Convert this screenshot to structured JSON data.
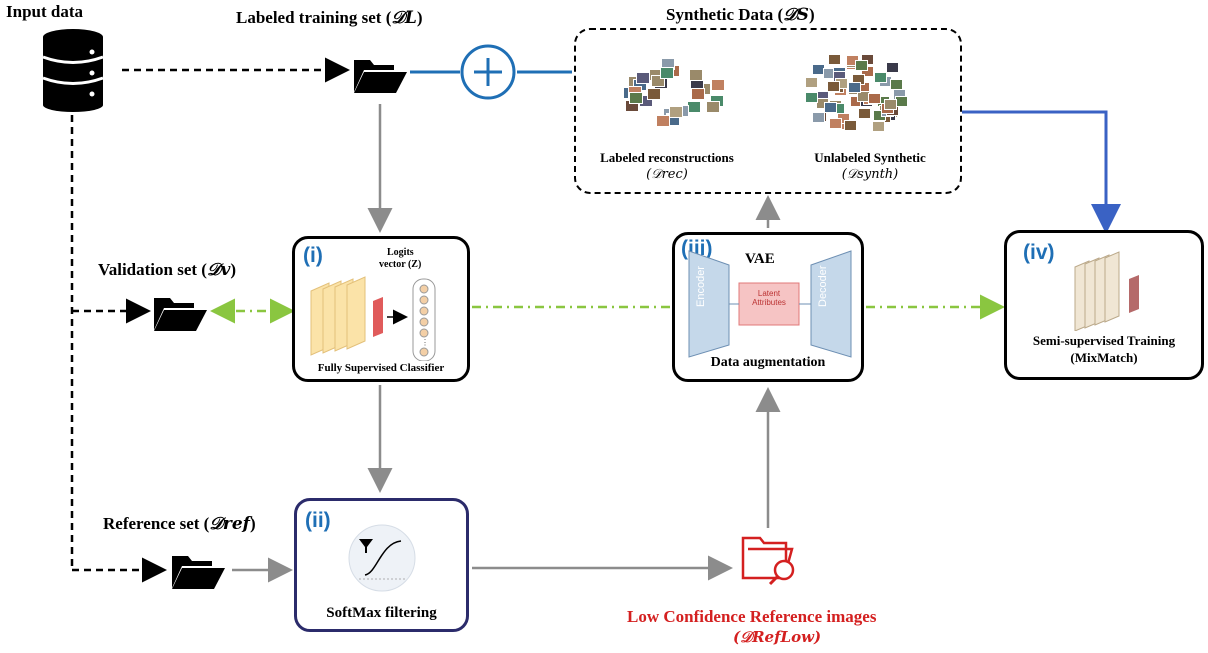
{
  "input": {
    "label": "Input data",
    "icon": "database-icon"
  },
  "labeled_set": {
    "label": "Labeled training set (",
    "math": "𝒟L",
    "close": ")"
  },
  "validation_set": {
    "label": "Validation set (",
    "math": "𝒟v",
    "close": ")"
  },
  "reference_set": {
    "label": "Reference set (",
    "math": "𝒟ref",
    "close": ")"
  },
  "synthetic": {
    "title": "Synthetic Data (",
    "title_math": "𝒟S",
    "title_close": ")",
    "labeled_rec": "Labeled reconstructions",
    "labeled_rec_math": "(𝒟rec)",
    "unlabeled": "Unlabeled Synthetic",
    "unlabeled_math": "(𝒟synth)"
  },
  "classifier": {
    "roman": "(i)",
    "logits": "Logits",
    "logits_vector": "vector (Z)",
    "caption": "Fully Supervised Classifier"
  },
  "softmax": {
    "roman": "(ii)",
    "caption": "SoftMax filtering"
  },
  "vae": {
    "roman": "(iii)",
    "title": "VAE",
    "encoder": "Encoder",
    "decoder": "Decoder",
    "latent": "Latent Attributes",
    "caption": "Data augmentation"
  },
  "semi": {
    "roman": "(iv)",
    "caption_line1": "Semi-supervised Training",
    "caption_line2": "(MixMatch)"
  },
  "low_conf": {
    "label": "Low Confidence Reference images",
    "math": "(𝒟RefLow)"
  },
  "colors": {
    "blue_accent": "#1f6fb5",
    "green_dashdot": "#8ac640",
    "red_text": "#d42020",
    "gray_arrow": "#8c8c8c"
  }
}
